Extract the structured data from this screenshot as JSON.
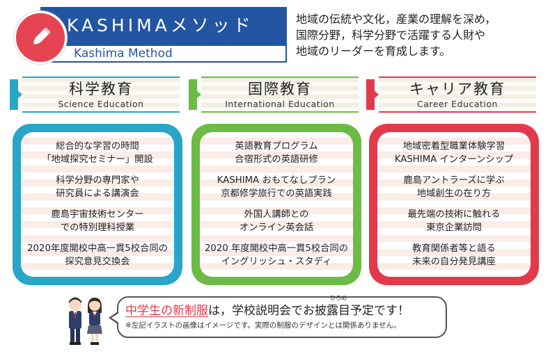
{
  "header": {
    "title": "KASHIMAメソッド",
    "subtitle": "Kashima Method",
    "icon": "pencil-icon"
  },
  "tagline": {
    "lines": [
      "地域の伝統や文化，産業の理解を深め，",
      "国際分野，科学分野で活躍する人財や",
      "地域のリーダーを育成します。"
    ]
  },
  "colors": {
    "science": "#28a6c8",
    "international": "#6cbb46",
    "career": "#e23a4b",
    "header": "#2455a3"
  },
  "columns": [
    {
      "title_jp": "科学教育",
      "title_en": "Science Education",
      "items": [
        [
          "総合的な学習の時間",
          "「地域探究セミナー」開設"
        ],
        [
          "科学分野の専門家や",
          "研究員による講演会"
        ],
        [
          "鹿島宇宙技術センター",
          "での特別理科授業"
        ],
        [
          "2020年度開校中高一貫5校合同の",
          "探究意見交換会"
        ]
      ]
    },
    {
      "title_jp": "国際教育",
      "title_en": "International Education",
      "items": [
        [
          "英語教育プログラム",
          "合宿形式の英語研修"
        ],
        [
          "KASHIMA おもてなしプラン",
          "京都修学旅行での英語実践"
        ],
        [
          "外国人講師との",
          "オンライン英会話"
        ],
        [
          "2020 年度開校中高一貫5校合同の",
          "イングリッシュ・スタディ"
        ]
      ]
    },
    {
      "title_jp": "キャリア教育",
      "title_en": "Career Education",
      "items": [
        [
          "地域密着型職業体験学習",
          "KASHIMA インターンシップ"
        ],
        [
          "鹿島アントラーズに学ぶ",
          "地域創生の在り方"
        ],
        [
          "最先端の技術に触れる",
          "東京企業訪問"
        ],
        [
          "教育関係者等と語る",
          "未来の自分発見講座"
        ]
      ]
    }
  ],
  "notice": {
    "highlight": "中学生の新制服",
    "text_a": "は，学校説明会でお披",
    "ruby_base": "露目",
    "ruby_text": "ひろめ",
    "text_b": "予定です！",
    "note": "※左記イラストの画像はイメージです。実際の制服のデザインとは関係ありません。"
  }
}
